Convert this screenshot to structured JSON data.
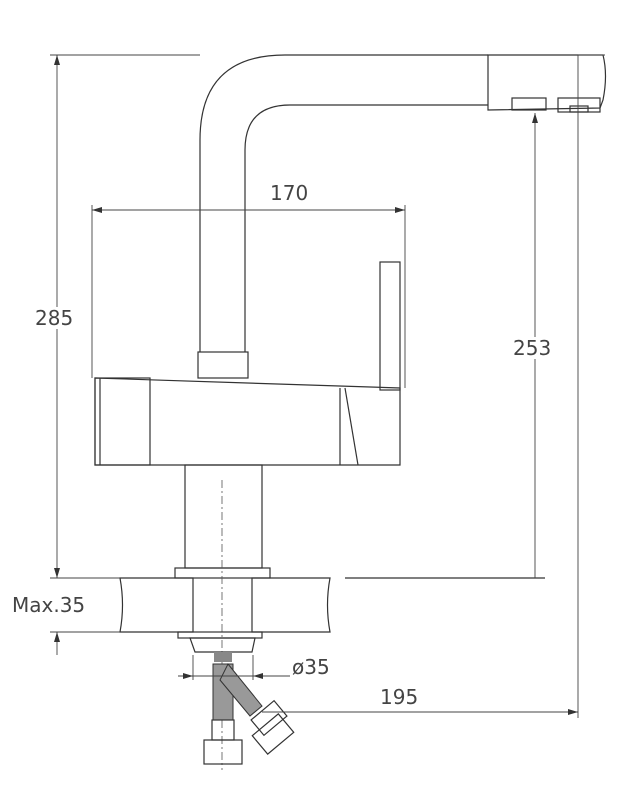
{
  "title": "Faucet dimension drawing",
  "dimensions": {
    "total_height": "285",
    "handle_width": "170",
    "spout_height": "253",
    "counter_max": "Max.35",
    "hole_diameter": "ø35",
    "spout_reach": "195"
  },
  "colors": {
    "line": "#333333",
    "background": "#ffffff"
  }
}
